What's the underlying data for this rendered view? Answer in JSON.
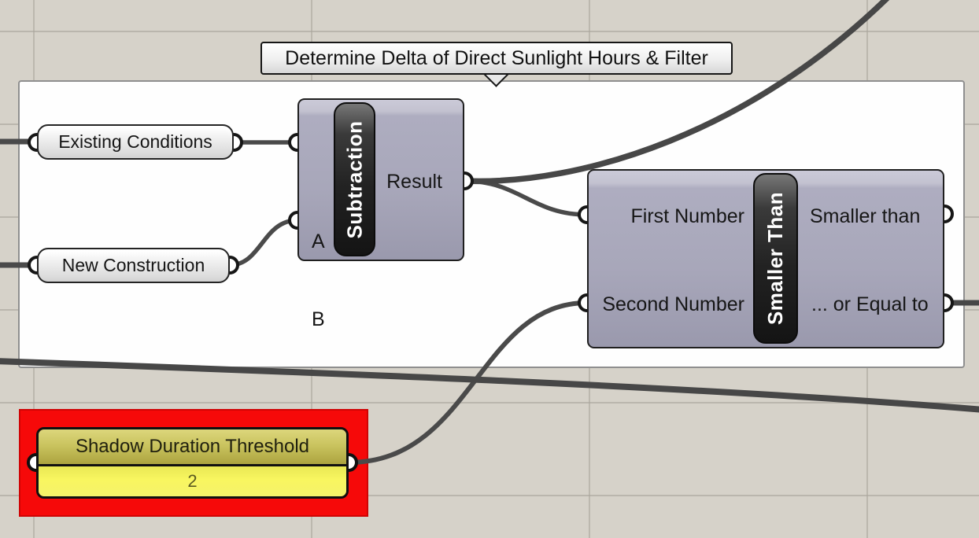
{
  "group": {
    "label": "Determine Delta of Direct Sunlight Hours & Filter"
  },
  "params": {
    "existing": {
      "label": "Existing Conditions"
    },
    "new_construction": {
      "label": "New Construction"
    }
  },
  "subtraction": {
    "name": "Subtraction",
    "inputs": {
      "a": "A",
      "b": "B"
    },
    "output": "Result"
  },
  "smaller_than": {
    "name": "Smaller Than",
    "inputs": {
      "first": "First Number",
      "second": "Second Number"
    },
    "outputs": {
      "smaller": "Smaller than",
      "or_equal": "... or Equal to"
    }
  },
  "slider": {
    "label": "Shadow Duration Threshold",
    "value": "2"
  },
  "colors": {
    "canvas_bg": "#d6d2c9",
    "grid_line": "#aaa69d",
    "wire": "#4a4a4a",
    "component_body": "#a8a7ba",
    "error_highlight": "#f60909",
    "slider_value_bg": "#f8f660"
  }
}
